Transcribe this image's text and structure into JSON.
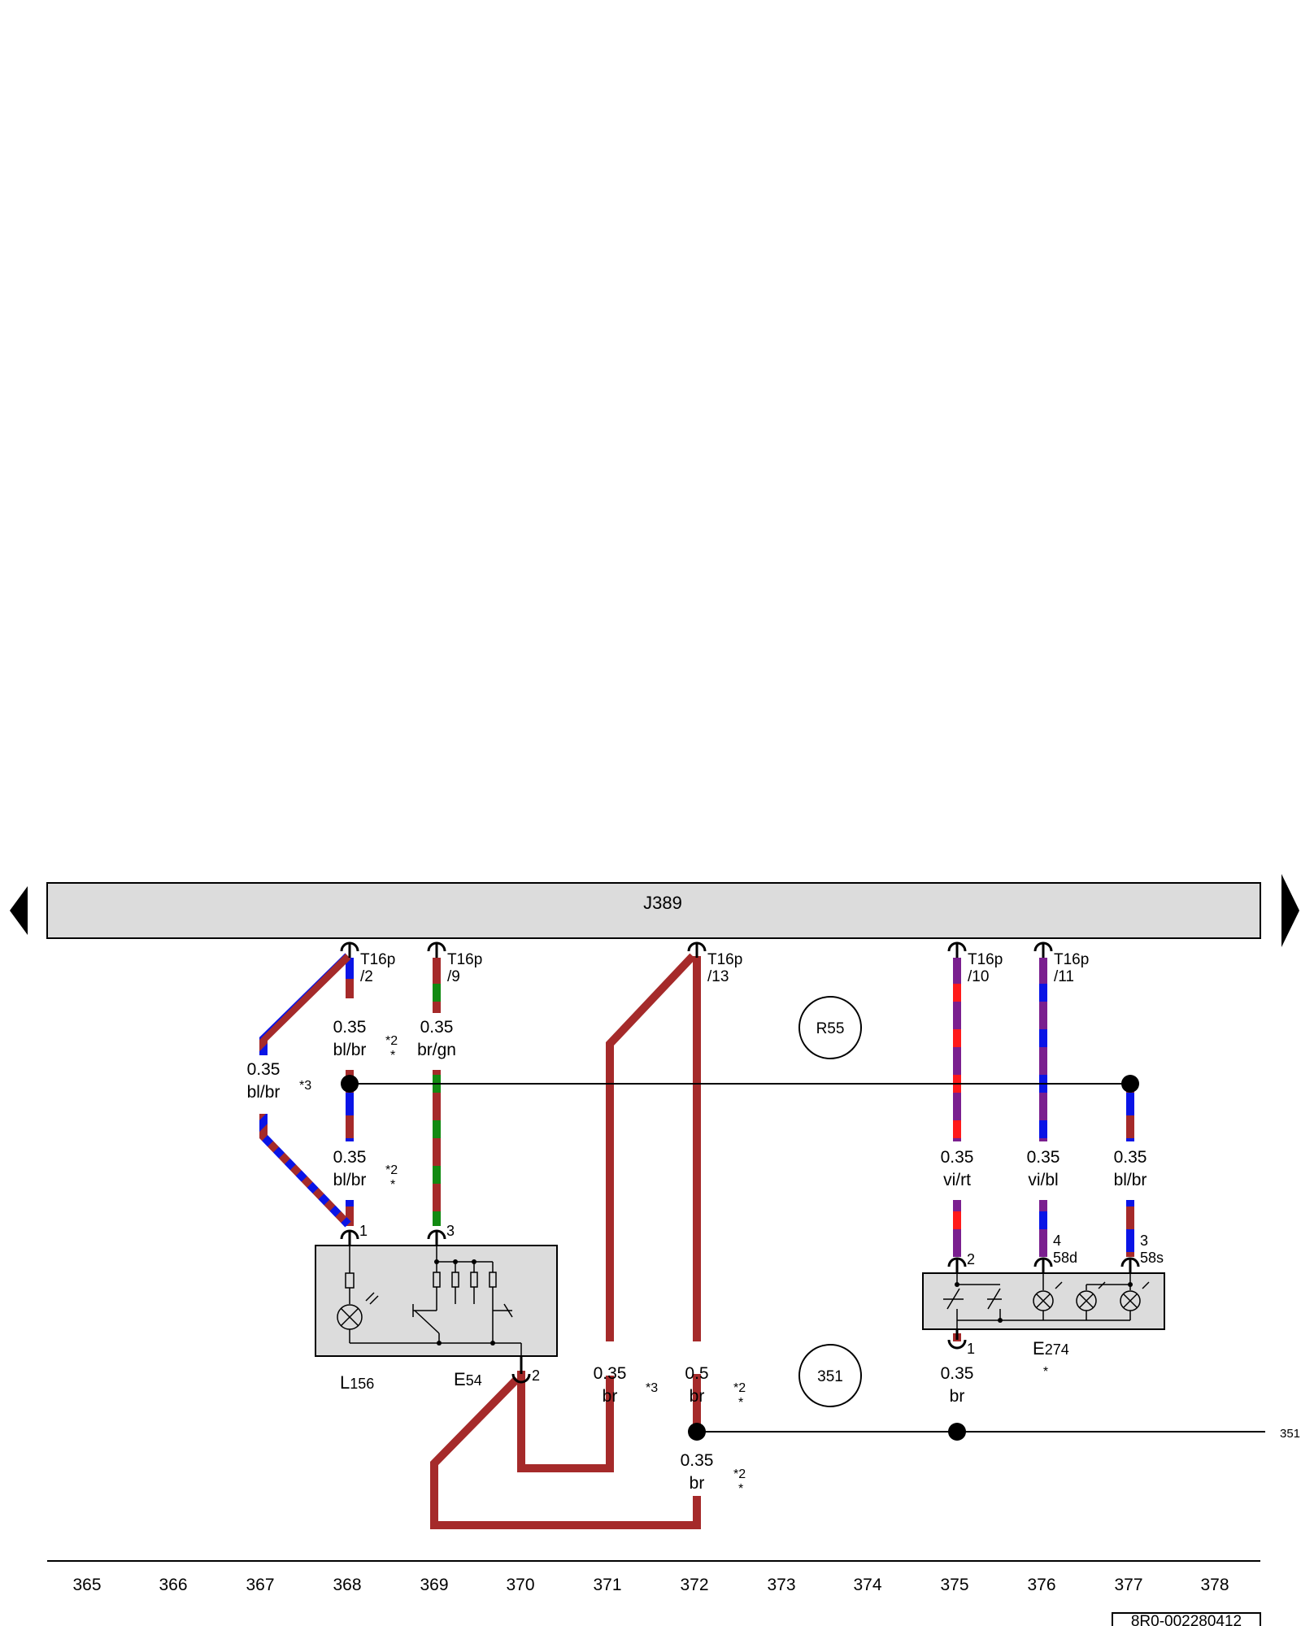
{
  "control_unit": {
    "label": "J389"
  },
  "connectors": {
    "t16p_2": {
      "name": "T16p",
      "pin": "/2"
    },
    "t16p_9": {
      "name": "T16p",
      "pin": "/9"
    },
    "t16p_13": {
      "name": "T16p",
      "pin": "/13"
    },
    "t16p_10": {
      "name": "T16p",
      "pin": "/10"
    },
    "t16p_11": {
      "name": "T16p",
      "pin": "/11"
    }
  },
  "wires": {
    "w_368_top": {
      "size": "0.35",
      "color": "bl/br",
      "note": "*2",
      "note2": "*"
    },
    "w_367": {
      "size": "0.35",
      "color": "bl/br",
      "note": "*3"
    },
    "w_369": {
      "size": "0.35",
      "color": "br/gn"
    },
    "w_368_bottom": {
      "size": "0.35",
      "color": "bl/br",
      "note": "*2",
      "note2": "*"
    },
    "w_375": {
      "size": "0.35",
      "color": "vi/rt"
    },
    "w_376": {
      "size": "0.35",
      "color": "vi/bl"
    },
    "w_377": {
      "size": "0.35",
      "color": "bl/br"
    },
    "w_371": {
      "size": "0.35",
      "color": "br",
      "note": "*3"
    },
    "w_372": {
      "size": "0.5",
      "color": "br",
      "note": "*2",
      "note2": "*"
    },
    "w_372_lower": {
      "size": "0.35",
      "color": "br",
      "note": "*2",
      "note2": "*"
    },
    "w_375_lower": {
      "size": "0.35",
      "color": "br"
    }
  },
  "pins": {
    "l156_1": "1",
    "e54_3": "3",
    "e54_2": "2",
    "e274_2": "2",
    "e274_4": "4",
    "e274_58d": "58d",
    "e274_3": "3",
    "e274_58s": "58s",
    "e274_1": "1"
  },
  "components": {
    "l156": {
      "code": "L",
      "num": "156"
    },
    "e54": {
      "code": "E",
      "num": "54"
    },
    "e274": {
      "code": "E",
      "num": "274",
      "note": "*"
    }
  },
  "references": {
    "r55": "R55",
    "ground_351": "351",
    "ground_351_edge": "351"
  },
  "footer": {
    "grid": [
      "365",
      "366",
      "367",
      "368",
      "369",
      "370",
      "371",
      "372",
      "373",
      "374",
      "375",
      "376",
      "377",
      "378"
    ],
    "drawing_id": "8R0-002280412"
  },
  "colors": {
    "bl": "#0a14e6",
    "br": "#a52a2a",
    "gn": "#128a12",
    "vi": "#7a1f8f",
    "rt": "#ff1a1a",
    "component_fill": "#dcdcdc",
    "line": "#000000"
  }
}
